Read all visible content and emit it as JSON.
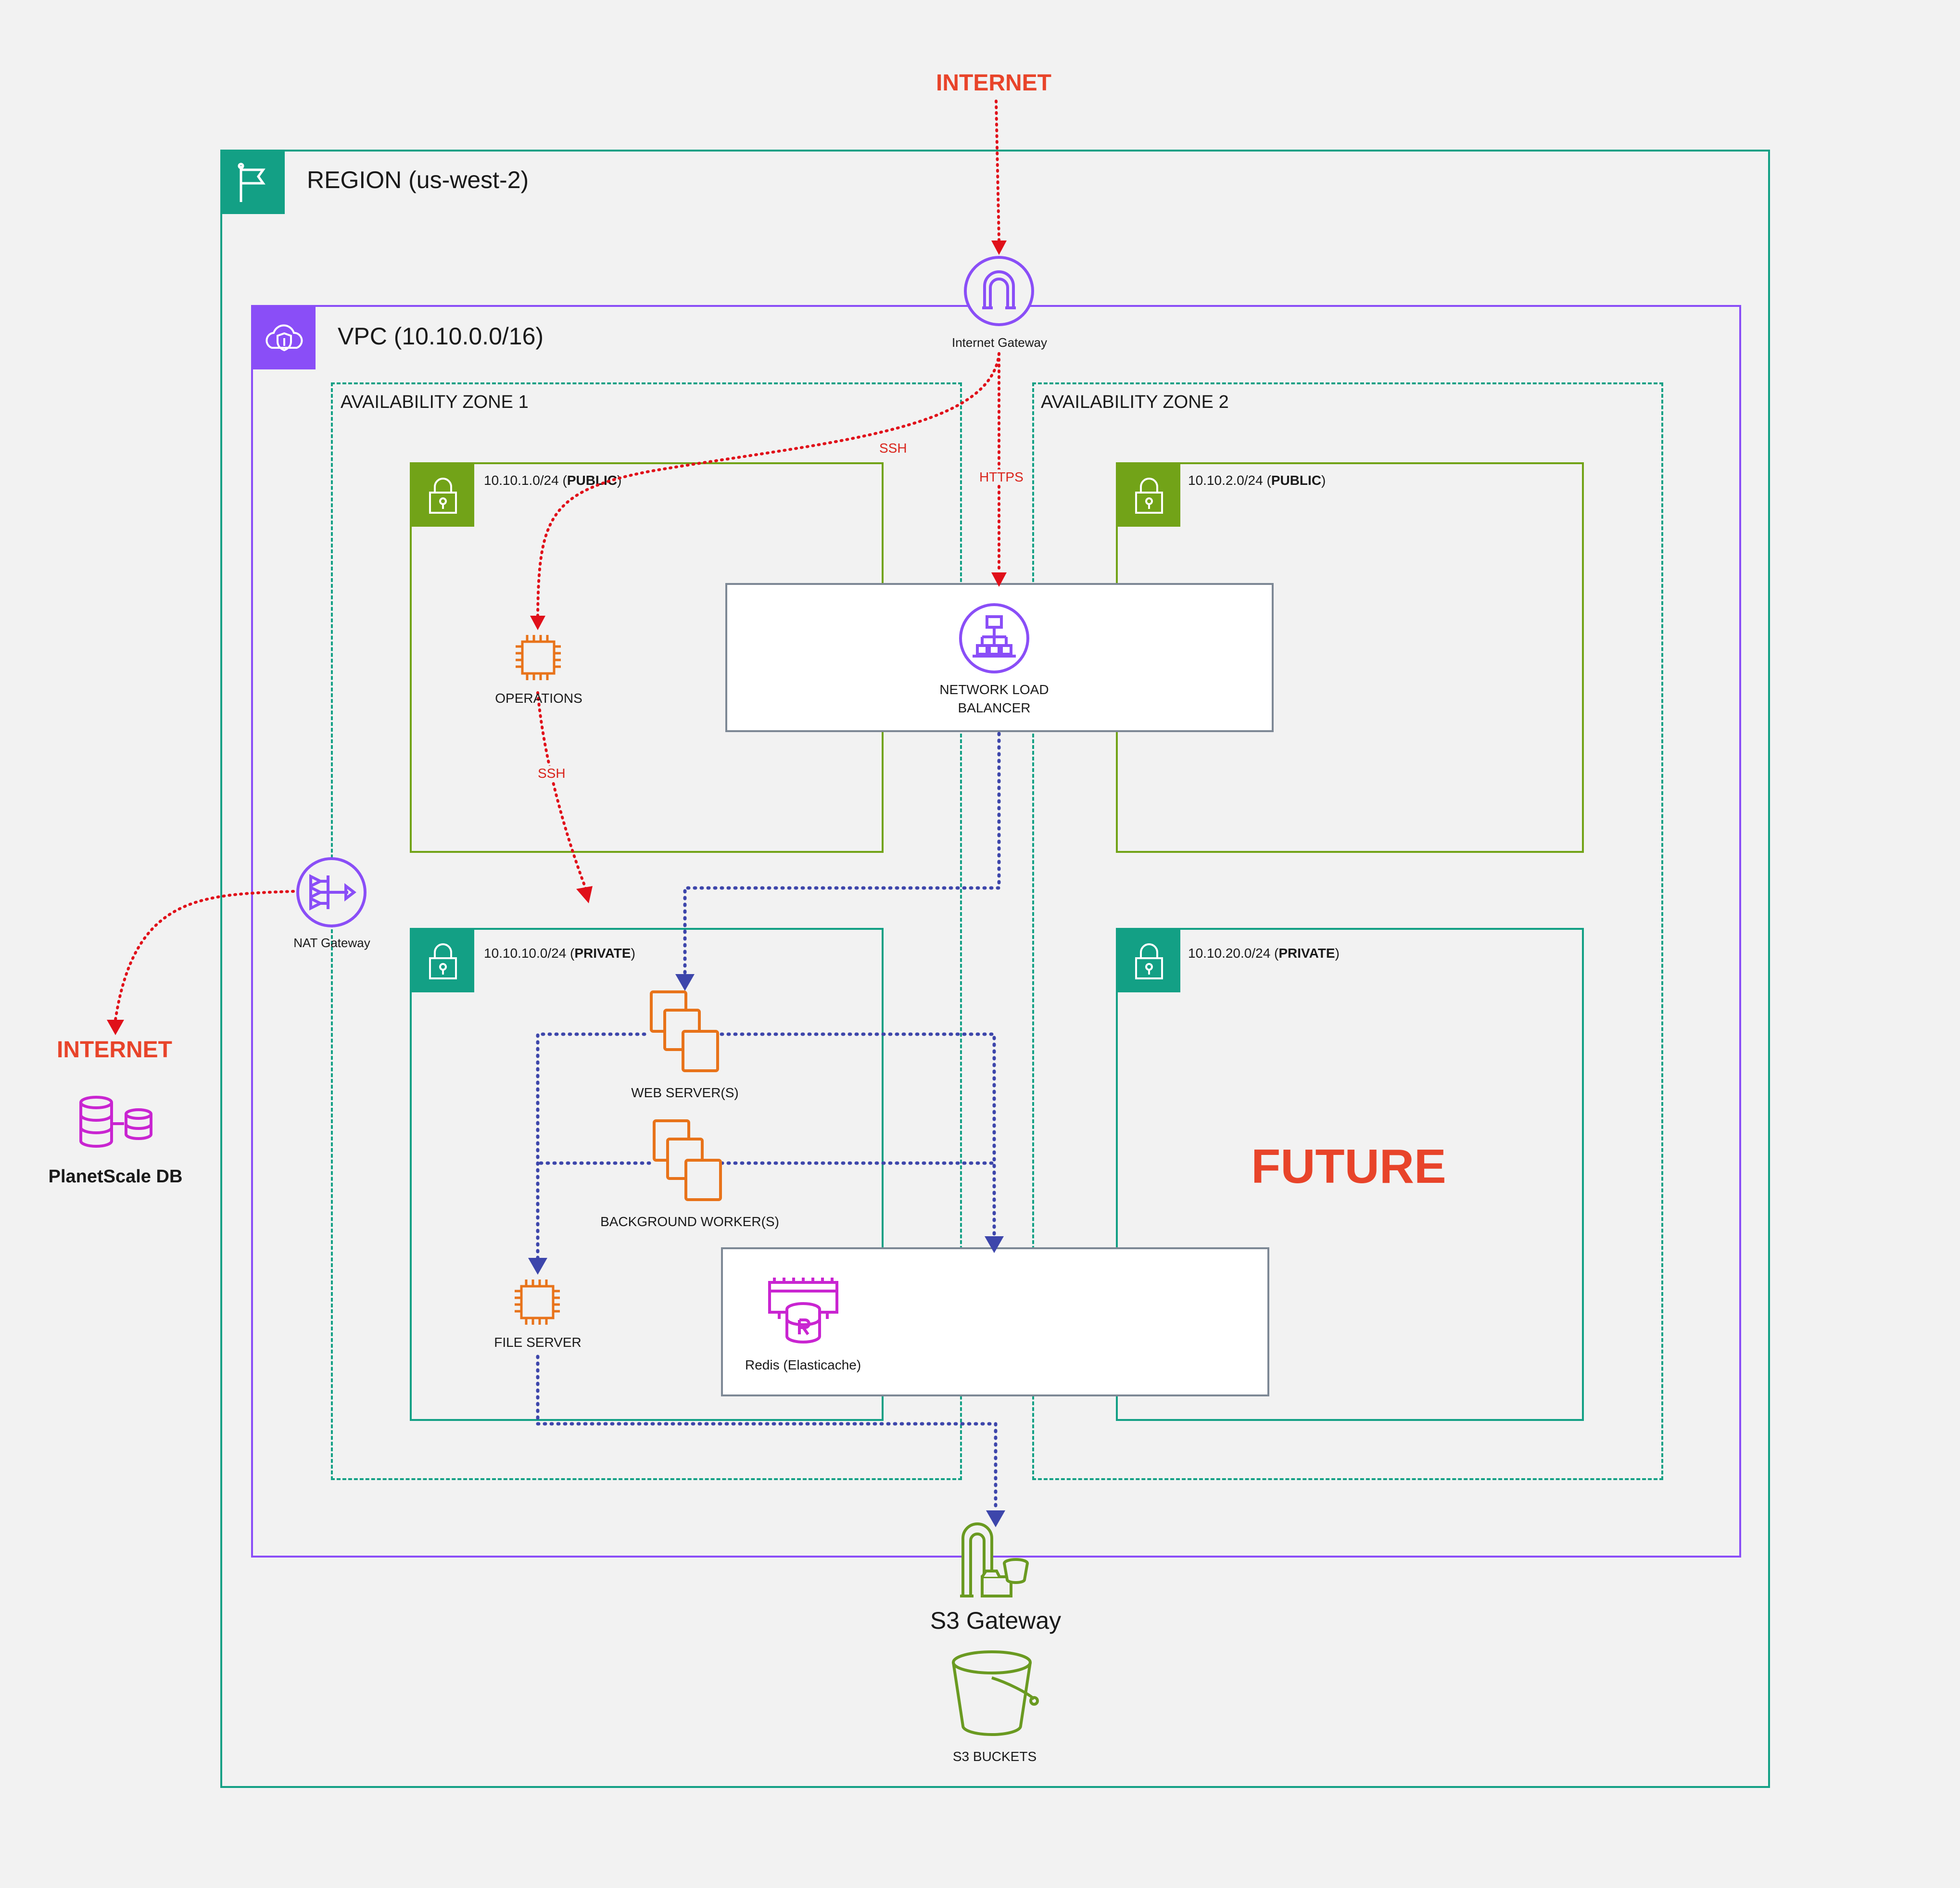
{
  "internet_top": "INTERNET",
  "internet_left": "INTERNET",
  "region": {
    "label": "REGION (us-west-2)"
  },
  "vpc": {
    "label": "VPC (10.10.0.0/16)"
  },
  "az1": {
    "label": "AVAILABILITY ZONE 1"
  },
  "az2": {
    "label": "AVAILABILITY ZONE 2"
  },
  "subnets": [
    {
      "cidr": "10.10.1.0/24 (",
      "type": "PUBLIC",
      "close": ")"
    },
    {
      "cidr": "10.10.2.0/24 (",
      "type": "PUBLIC",
      "close": ")"
    },
    {
      "cidr": "10.10.10.0/24 (",
      "type": "PRIVATE",
      "close": ")"
    },
    {
      "cidr": "10.10.20.0/24 (",
      "type": "PRIVATE",
      "close": ")"
    }
  ],
  "internet_gateway": "Internet Gateway",
  "nat_gateway": "NAT Gateway",
  "nlb": {
    "line1": "NETWORK LOAD",
    "line2": "BALANCER"
  },
  "operations": "OPERATIONS",
  "web_servers": "WEB SERVER(S)",
  "background_workers": "BACKGROUND WORKER(S)",
  "file_server": "FILE SERVER",
  "redis": "Redis (Elasticache)",
  "future": "FUTURE",
  "s3_gateway": "S3 Gateway",
  "s3_buckets": "S3 BUCKETS",
  "planetscale": "PlanetScale DB",
  "edges": {
    "ssh_top": "SSH",
    "https": "HTTPS",
    "ssh_mid": "SSH"
  },
  "colors": {
    "region": "#13a085",
    "vpc": "#8a4ef7",
    "public_subnet": "#72a318",
    "private_subnet": "#13a085",
    "internet": "#e8442a",
    "red_edge": "#d9241b",
    "blue_edge": "#3d46ab",
    "compute": "#e8731a",
    "redis": "#c925d1",
    "s3": "#6a9a21"
  }
}
